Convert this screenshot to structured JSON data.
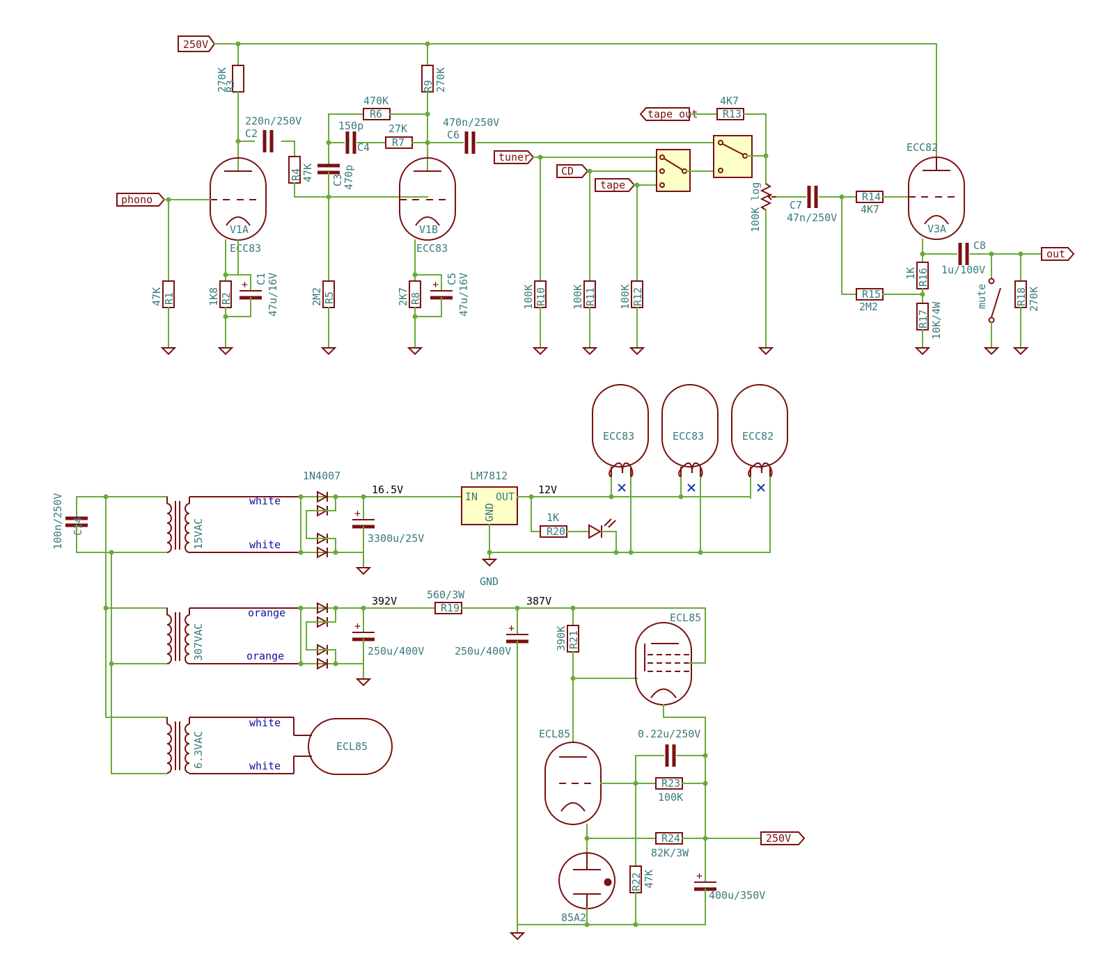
{
  "nets": {
    "b250": "250V",
    "phono": "phono",
    "tape_out": "tape_out",
    "tuner": "tuner",
    "cd": "CD",
    "tape": "tape",
    "out": "out",
    "gnd": "GND",
    "v165": "16.5V",
    "v12": "12V",
    "v392": "392V",
    "v387": "387V"
  },
  "tubes": {
    "v1a": "V1A",
    "v1b": "V1B",
    "v3a": "V3A",
    "ecc83": "ECC83",
    "ecc82": "ECC82",
    "ecl85": "ECL85",
    "a85": "85A2"
  },
  "refs": {
    "R1": "R1",
    "R2": "R2",
    "R3": "R3",
    "R4": "R4",
    "R5": "R5",
    "R6": "R6",
    "R7": "R7",
    "R8": "R8",
    "R9": "R9",
    "R10": "R10",
    "R11": "R11",
    "R12": "R12",
    "R13": "R13",
    "R14": "R14",
    "R15": "R15",
    "R16": "R16",
    "R17": "R17",
    "R18": "R18",
    "R19": "R19",
    "R20": "R20",
    "R21": "R21",
    "R22": "R22",
    "R23": "R23",
    "R24": "R24",
    "C1": "C1",
    "C2": "C2",
    "C3": "C3",
    "C4": "C4",
    "C5": "C5",
    "C6": "C6",
    "C7": "C7",
    "C8": "C8",
    "C14": "C14"
  },
  "values": {
    "R1": "47K",
    "R2": "1K8",
    "R3": "270K",
    "R4": "47K",
    "R5": "2M2",
    "R6": "470K",
    "R7": "27K",
    "R8": "2K7",
    "R9": "270K",
    "R10": "100K",
    "R11": "100K",
    "R12": "100K",
    "R13": "4K7",
    "R14": "4K7",
    "R15": "2M2",
    "R16": "1K",
    "R17": "10K/4W",
    "R18": "270K",
    "R19": "560/3W",
    "R20": "1K",
    "R21": "390K",
    "R22": "47K",
    "R23": "100K",
    "R24": "82K/3W",
    "C1": "47u/16V",
    "C2": "220n/250V",
    "C3": "470p",
    "C4": "150p",
    "C5": "47u/16V",
    "C6": "470n/250V",
    "C7": "47n/250V",
    "C8": "1u/100V",
    "C14": "100n/250V",
    "pot": "100K log",
    "mute": "mute",
    "c3300": "3300u/25V",
    "c250a": "250u/400V",
    "c250b": "250u/400V",
    "c022": "0.22u/250V",
    "c400": "400u/350V"
  },
  "power": {
    "diode": "1N4007",
    "reg": "LM7812",
    "reg_in": "IN",
    "reg_out": "OUT",
    "reg_gnd": "GND",
    "tx1": "15VAC",
    "tx2": "307VAC",
    "tx3": "6.3VAC",
    "white": "white",
    "orange": "orange"
  }
}
